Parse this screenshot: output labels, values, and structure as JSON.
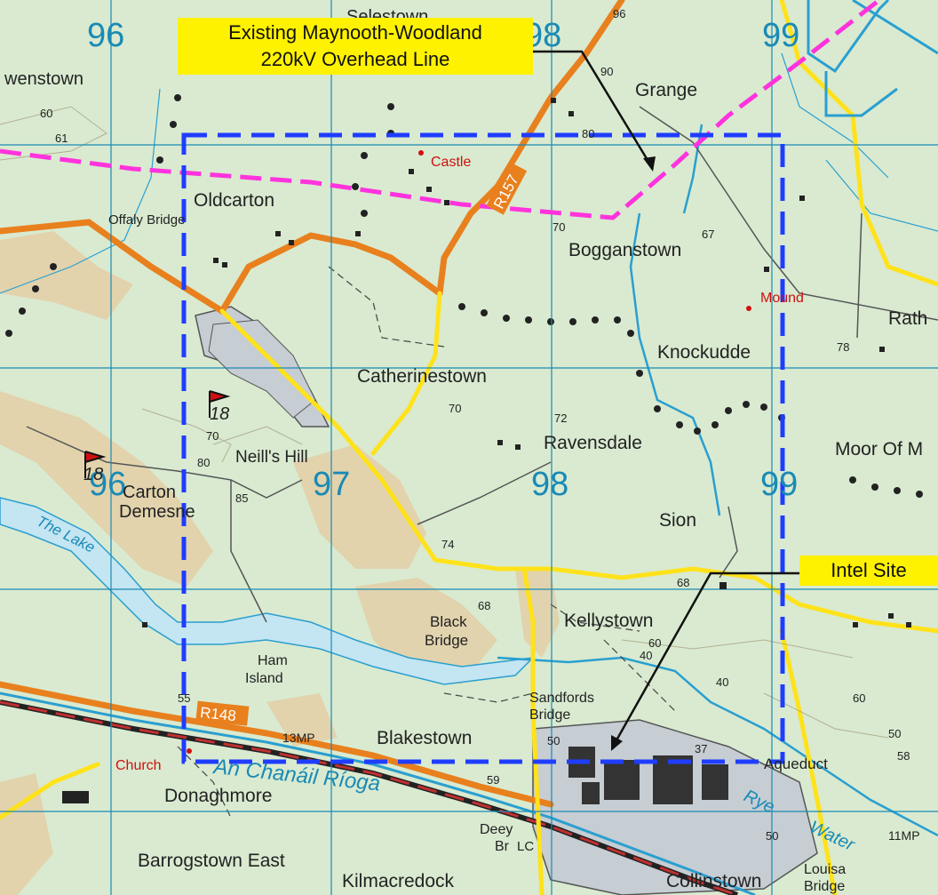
{
  "callouts": {
    "line_label_1": "Existing Maynooth-Woodland",
    "line_label_2": "220kV Overhead Line",
    "site_label": "Intel Site"
  },
  "grid_numbers": {
    "g96a": "96",
    "g98a": "98",
    "g99a": "99",
    "g96b": "96",
    "g97b": "97",
    "g98b": "98",
    "g99b": "99"
  },
  "places": {
    "oenstown": "wenstown",
    "selestown": "Selestown",
    "grange": "Grange",
    "oldcarton": "Oldcarton",
    "offaly_bridge": "Offaly Bridge",
    "bogganstown": "Bogganstown",
    "catherinestown": "Catherinestown",
    "knockudde": "Knockudde",
    "rath": "Rath",
    "ravensdale": "Ravensdale",
    "moor_of": "Moor Of M",
    "neills_hill": "Neill's Hill",
    "carton": "Carton",
    "demesne": "Demesne",
    "the_lake": "The Lake",
    "sion": "Sion",
    "kellystown": "Kellystown",
    "black": "Black",
    "bridge": "Bridge",
    "ham": "Ham",
    "island": "Island",
    "sandfords": "Sandfords",
    "sandfords_bridge": "Bridge",
    "blakestown": "Blakestown",
    "donaghmore": "Donaghmore",
    "barrogstown_east": "Barrogstown East",
    "kilmacredock": "Kilmacredock",
    "collinstown": "Collinstown",
    "louisa": "Louisa",
    "louisa_bridge": "Bridge",
    "deey": "Deey",
    "br": "Br",
    "lc": "LC",
    "aqueduct": "Aqueduct",
    "canal": "An Chanáil Ríoga",
    "rye": "Rye",
    "water": "Water"
  },
  "features": {
    "castle": "Castle",
    "mound": "Mound",
    "church": "Church",
    "mp13": "13MP",
    "mp11": "11MP"
  },
  "roads": {
    "r157": "R157",
    "r148": "R148"
  },
  "golf": {
    "g1": "18",
    "g2": "18"
  },
  "heights": {
    "h96": "96",
    "h90": "90",
    "h80": "80",
    "h61": "61",
    "h60": "60",
    "h70a": "70",
    "h67": "67",
    "h78": "78",
    "h72": "72",
    "h70b": "70",
    "h70c": "70",
    "h80b": "80",
    "h85": "85",
    "h74": "74",
    "h68a": "68",
    "h68b": "68",
    "h60b": "60",
    "h40a": "40",
    "h40b": "40",
    "h55": "55",
    "h59": "59",
    "h50a": "50",
    "h37": "37",
    "h50b": "50",
    "h58": "58",
    "h60c": "60",
    "h50c": "50"
  },
  "colors": {
    "site_outline": "#1f3dff",
    "overhead_line": "#ff33dd",
    "callout_bg": "#fff200",
    "grid": "#1a8ab5",
    "regional_road": "#e8801e",
    "local_road": "#ffe21a"
  }
}
